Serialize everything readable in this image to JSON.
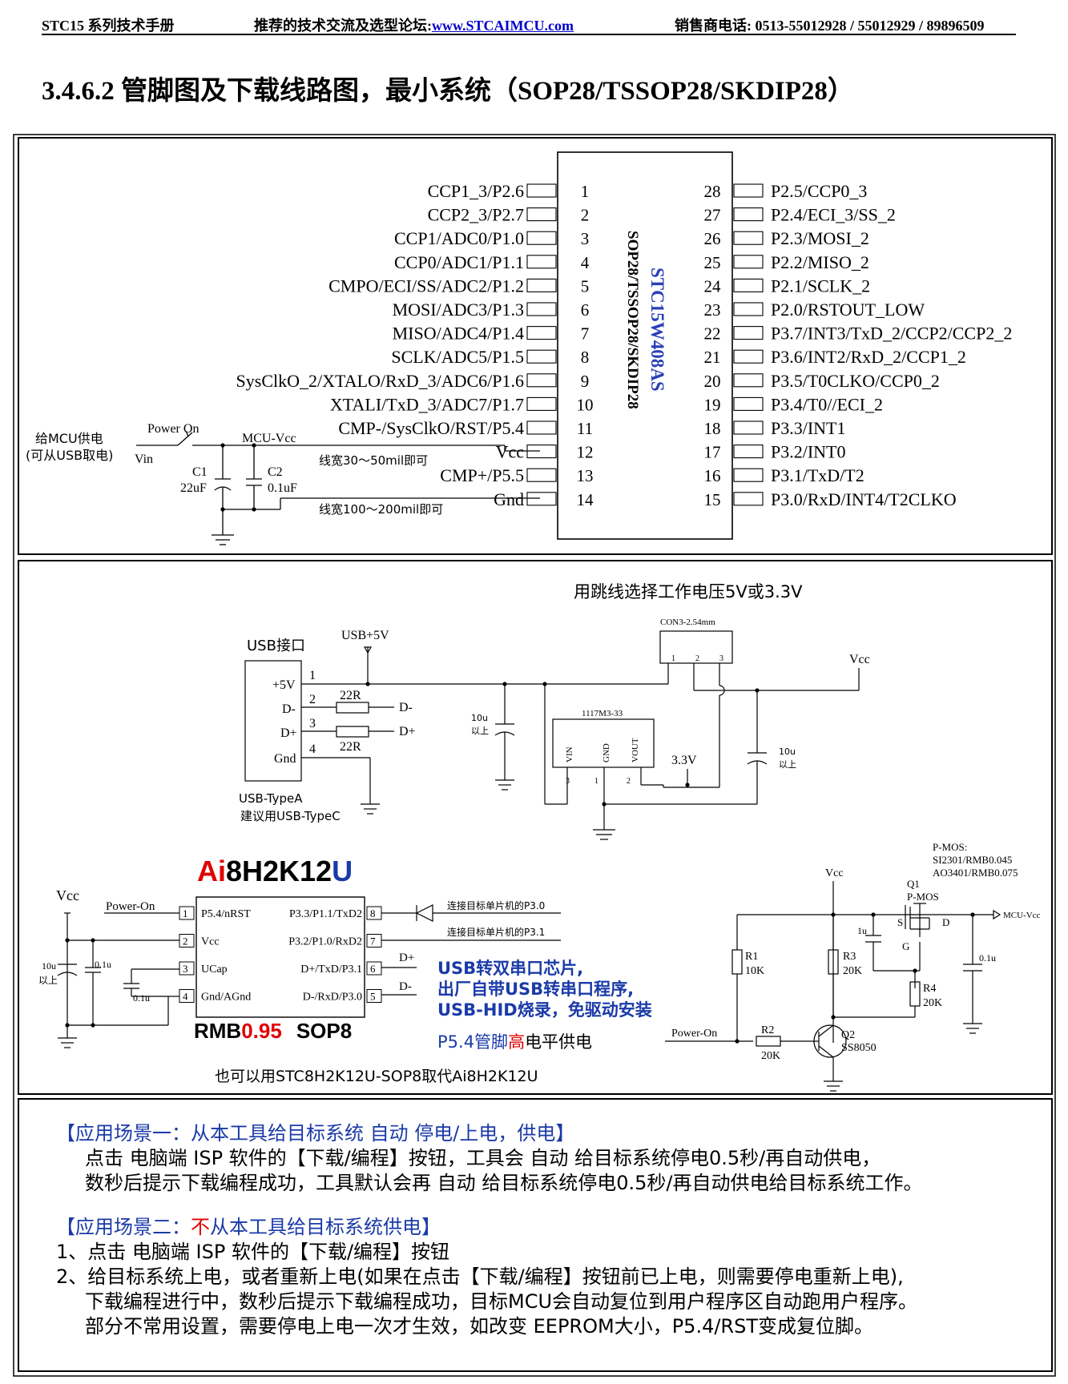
{
  "header": {
    "left": "STC15 系列技术手册",
    "middle": "推荐的技术交流及选型论坛:",
    "link": "www.STCAIMCU.com",
    "right": "销售商电话: 0513-55012928 / 55012929 / 89896509"
  },
  "title": "3.4.6.2   管脚图及下载线路图，最小系统（SOP28/TSSOP28/SKDIP28）",
  "chip": {
    "name": "STC15W408AS",
    "package": "SOP28/TSSOP28/SKDIP28",
    "left_pins": [
      {
        "num": "1",
        "label": "CCP1_3/P2.6"
      },
      {
        "num": "2",
        "label": "CCP2_3/P2.7"
      },
      {
        "num": "3",
        "label": "CCP1/ADC0/P1.0"
      },
      {
        "num": "4",
        "label": "CCP0/ADC1/P1.1"
      },
      {
        "num": "5",
        "label": "CMPO/ECI/SS/ADC2/P1.2"
      },
      {
        "num": "6",
        "label": "MOSI/ADC3/P1.3"
      },
      {
        "num": "7",
        "label": "MISO/ADC4/P1.4"
      },
      {
        "num": "8",
        "label": "SCLK/ADC5/P1.5"
      },
      {
        "num": "9",
        "label": "SysClkO_2/XTALO/RxD_3/ADC6/P1.6"
      },
      {
        "num": "10",
        "label": "XTALI/TxD_3/ADC7/P1.7"
      },
      {
        "num": "11",
        "label": "CMP-/SysClkO/RST/P5.4"
      },
      {
        "num": "12",
        "label": "Vcc"
      },
      {
        "num": "13",
        "label": "CMP+/P5.5"
      },
      {
        "num": "14",
        "label": "Gnd"
      }
    ],
    "right_pins": [
      {
        "num": "28",
        "label": "P2.5/CCP0_3"
      },
      {
        "num": "27",
        "label": "P2.4/ECI_3/SS_2"
      },
      {
        "num": "26",
        "label": "P2.3/MOSI_2"
      },
      {
        "num": "25",
        "label": "P2.2/MISO_2"
      },
      {
        "num": "24",
        "label": "P2.1/SCLK_2"
      },
      {
        "num": "23",
        "label": "P2.0/RSTOUT_LOW"
      },
      {
        "num": "22",
        "label": "P3.7/INT3/TxD_2/CCP2/CCP2_2"
      },
      {
        "num": "21",
        "label": "P3.6/INT2/RxD_2/CCP1_2"
      },
      {
        "num": "20",
        "label": "P3.5/T0CLKO/CCP0_2"
      },
      {
        "num": "19",
        "label": "P3.4/T0//ECI_2"
      },
      {
        "num": "18",
        "label": "P3.3/INT1"
      },
      {
        "num": "17",
        "label": "P3.2/INT0"
      },
      {
        "num": "16",
        "label": "P3.1/TxD/T2"
      },
      {
        "num": "15",
        "label": "P3.0/RxD/INT4/T2CLKO"
      }
    ]
  },
  "power_circuit": {
    "supply_label_1": "给MCU供电",
    "supply_label_2": "(可从USB取电)",
    "vin": "Vin",
    "power_on": "Power On",
    "mcu_vcc": "MCU-Vcc",
    "c1": "C1",
    "c1_val": "22uF",
    "c2": "C2",
    "c2_val": "0.1uF",
    "trace_vcc": "线宽30～50mil即可",
    "trace_gnd": "线宽100～200mil即可"
  },
  "usb_circuit": {
    "jumper_note": "用跳线选择工作电压5V或3.3V",
    "usb_port": "USB接口",
    "usb5v": "USB+5V",
    "con3": "CON3-2.54mm",
    "con_pins": [
      "1",
      "2",
      "3"
    ],
    "vcc": "Vcc",
    "p5v": "+5V",
    "dminus": "D-",
    "dplus": "D+",
    "gnd": "Gnd",
    "pin_nums": [
      "1",
      "2",
      "3",
      "4"
    ],
    "r22a": "22R",
    "r22b": "22R",
    "dminus_out": "D-",
    "dplus_out": "D+",
    "cap10u_a": "10u",
    "cap10u_a2": "以上",
    "ldo": "1117M3-33",
    "ldo_vin": "VIN",
    "ldo_gnd": "GND",
    "ldo_vout": "VOUT",
    "ldo_pins": [
      "3",
      "1",
      "2"
    ],
    "v33": "3.3V",
    "cap10u_b": "10u",
    "cap10u_b2": "以上",
    "usb_type_a": "USB-TypeA",
    "usb_type_c": "建议用USB-TypeC"
  },
  "ai_circuit": {
    "chip_name_red": "Ai",
    "chip_name_mid": "8H2K12",
    "chip_name_blue": "U",
    "price_a": "RMB",
    "price_b": "0.95",
    "price_c": "SOP8",
    "vcc": "Vcc",
    "power_on": "Power-On",
    "left_pins": [
      {
        "num": "1",
        "label": "P5.4/nRST"
      },
      {
        "num": "2",
        "label": "Vcc"
      },
      {
        "num": "3",
        "label": "UCap"
      },
      {
        "num": "4",
        "label": "Gnd/AGnd"
      }
    ],
    "right_pins": [
      {
        "num": "8",
        "label": "P3.3/P1.1/TxD2"
      },
      {
        "num": "7",
        "label": "P3.2/P1.0/RxD2"
      },
      {
        "num": "6",
        "label": "D+/TxD/P3.1"
      },
      {
        "num": "5",
        "label": "D-/RxD/P3.0"
      }
    ],
    "conn_p30": "连接目标单片机的P3.0",
    "conn_p31": "连接目标单片机的P3.1",
    "dplus": "D+",
    "dminus": "D-",
    "cap10u": "10u",
    "cap10u2": "以上",
    "cap01u_a": "0.1u",
    "cap01u_b": "0.1u",
    "feature_1": "USB转双串口芯片,",
    "feature_2": "出厂自带USB转串口程序,",
    "feature_3": "USB-HID烧录，免驱动安装",
    "p54_a": "P5.4管脚",
    "p54_b": "高",
    "p54_c": "电平供电",
    "alt_note": "也可以用STC8H2K12U-SOP8取代Ai8H2K12U"
  },
  "switch_circuit": {
    "pmos_title": "P-MOS:",
    "pmos_1": "SI2301/RMB0.045",
    "pmos_2": "AO3401/RMB0.075",
    "vcc": "Vcc",
    "q1": "Q1",
    "q1_type": "P-MOS",
    "s": "S",
    "d": "D",
    "g": "G",
    "mcu_vcc": "MCU-Vcc",
    "cap1u": "1u",
    "cap01u": "0.1u",
    "r1": "R1",
    "r1v": "10K",
    "r3": "R3",
    "r3v": "20K",
    "r4": "R4",
    "r4v": "20K",
    "r2": "R2",
    "r2v": "20K",
    "q2": "Q2",
    "q2_type": "SS8050",
    "power_on": "Power-On"
  },
  "scenarios": {
    "s1_title": "【应用场景一：从本工具给目标系统 自动 停电/上电，供电】",
    "s1_line1": "点击 电脑端 ISP 软件的【下载/编程】按钮，工具会 自动 给目标系统停电0.5秒/再自动供电，",
    "s1_line2": "数秒后提示下载编程成功，工具默认会再 自动 给目标系统停电0.5秒/再自动供电给目标系统工作。",
    "s2_title_a": "【应用场景二：",
    "s2_title_red": "不",
    "s2_title_b": "从本工具给目标系统供电】",
    "s2_line1": "1、点击 电脑端 ISP 软件的【下载/编程】按钮",
    "s2_line2": "2、给目标系统上电，或者重新上电(如果在点击【下载/编程】按钮前已上电，则需要停电重新上电),",
    "s2_line3": "下载编程进行中，数秒后提示下载编程成功，目标MCU会自动复位到用户程序区自动跑用户程序。",
    "s2_line4": "部分不常用设置，需要停电上电一次才生效，如改变 EEPROM大小，P5.4/RST变成复位脚。"
  }
}
